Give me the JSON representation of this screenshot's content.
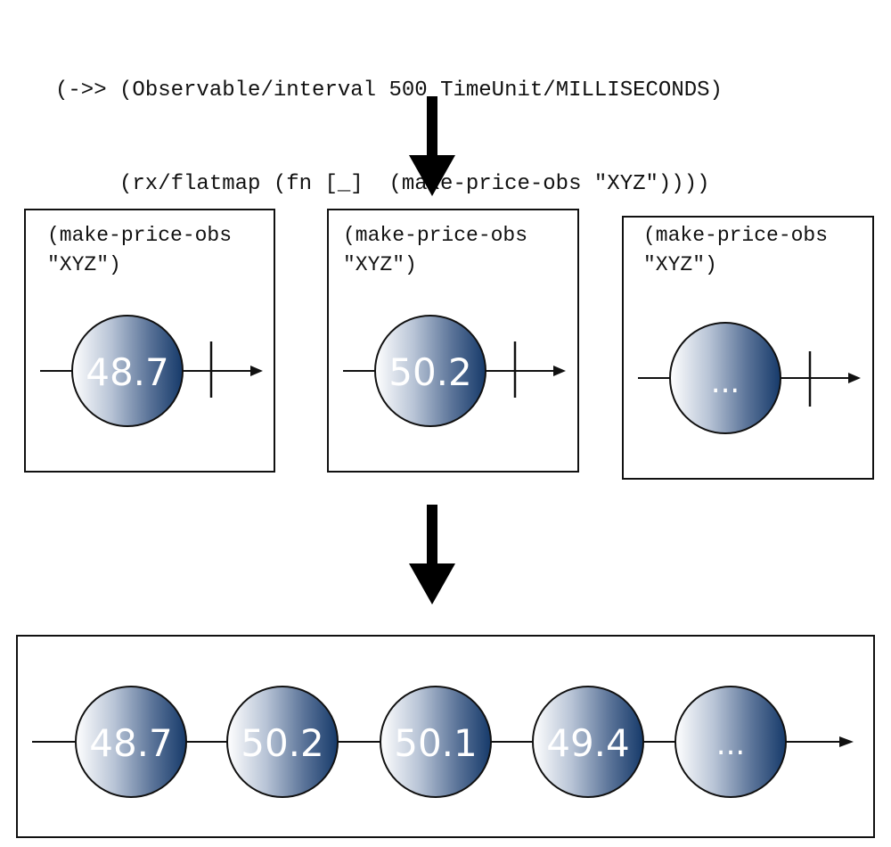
{
  "code": {
    "line1": "(->> (Observable/interval 500 TimeUnit/MILLISECONDS)",
    "line2": "(rx/flatmap (fn [_]  (make-price-obs \"XYZ\"))))"
  },
  "streams": [
    {
      "label_line1": "(make-price-obs",
      "label_line2": "\"XYZ\")",
      "marble": "48.7"
    },
    {
      "label_line1": "(make-price-obs",
      "label_line2": "\"XYZ\")",
      "marble": "50.2"
    },
    {
      "label_line1": "(make-price-obs",
      "label_line2": "\"XYZ\")",
      "marble": "..."
    }
  ],
  "merged": {
    "marbles": [
      "48.7",
      "50.2",
      "50.1",
      "49.4",
      "..."
    ]
  },
  "colors": {
    "marble_light": "#ffffff",
    "marble_dark": "#1d3f6e",
    "stroke": "#111111"
  }
}
